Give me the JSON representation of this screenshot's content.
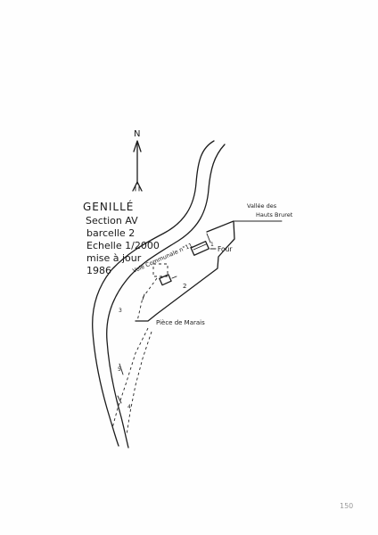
{
  "title": {
    "commune": "GENILLÉ",
    "section": "Section AV",
    "parcel": "barcelle 2",
    "scale": "Echelle 1/2000",
    "update": "mise à jour",
    "year": "1986"
  },
  "compass": {
    "label": "N"
  },
  "map_labels": {
    "road": "Voie Communale n°11",
    "valley_line1": "Vallée des",
    "valley_line2": "Hauts Bruret",
    "oven": "Four",
    "pond": "Pièce de Marais",
    "plot_1": "1",
    "plot_2": "2",
    "plot_3": "3",
    "plot_4": "4",
    "plot_5": "5"
  },
  "page_mark": "150"
}
